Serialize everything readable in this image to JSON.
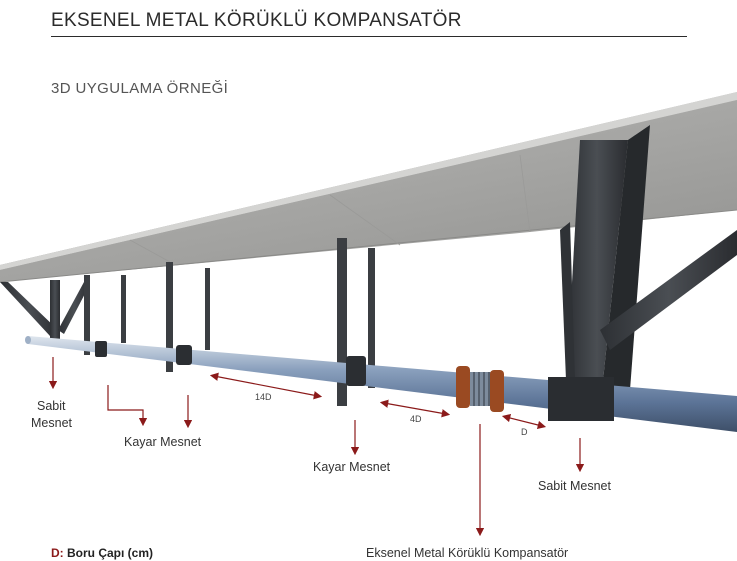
{
  "header": {
    "title": "EKSENEL METAL KÖRÜKLÜ KOMPANSATÖR",
    "subtitle": "3D UYGULAMA ÖRNEĞİ"
  },
  "dimensions": {
    "d14": "14D",
    "d4": "4D",
    "d1": "D"
  },
  "labels": {
    "sabit_mesnet_left_line1": "Sabit",
    "sabit_mesnet_left_line2": "Mesnet",
    "kayar_mesnet_left": "Kayar Mesnet",
    "kayar_mesnet_mid": "Kayar Mesnet",
    "sabit_mesnet_right": "Sabit Mesnet",
    "compensator": "Eksenel Metal Körüklü Kompansatör"
  },
  "legend": {
    "key": "D:",
    "text": " Boru Çapı (cm)"
  },
  "colors": {
    "arrow": "#8b1a1a",
    "concrete": "#a9a9a7",
    "steel": "#3b3e42",
    "pipe": "#6f87a8",
    "bellows_flange": "#9a4a22"
  }
}
